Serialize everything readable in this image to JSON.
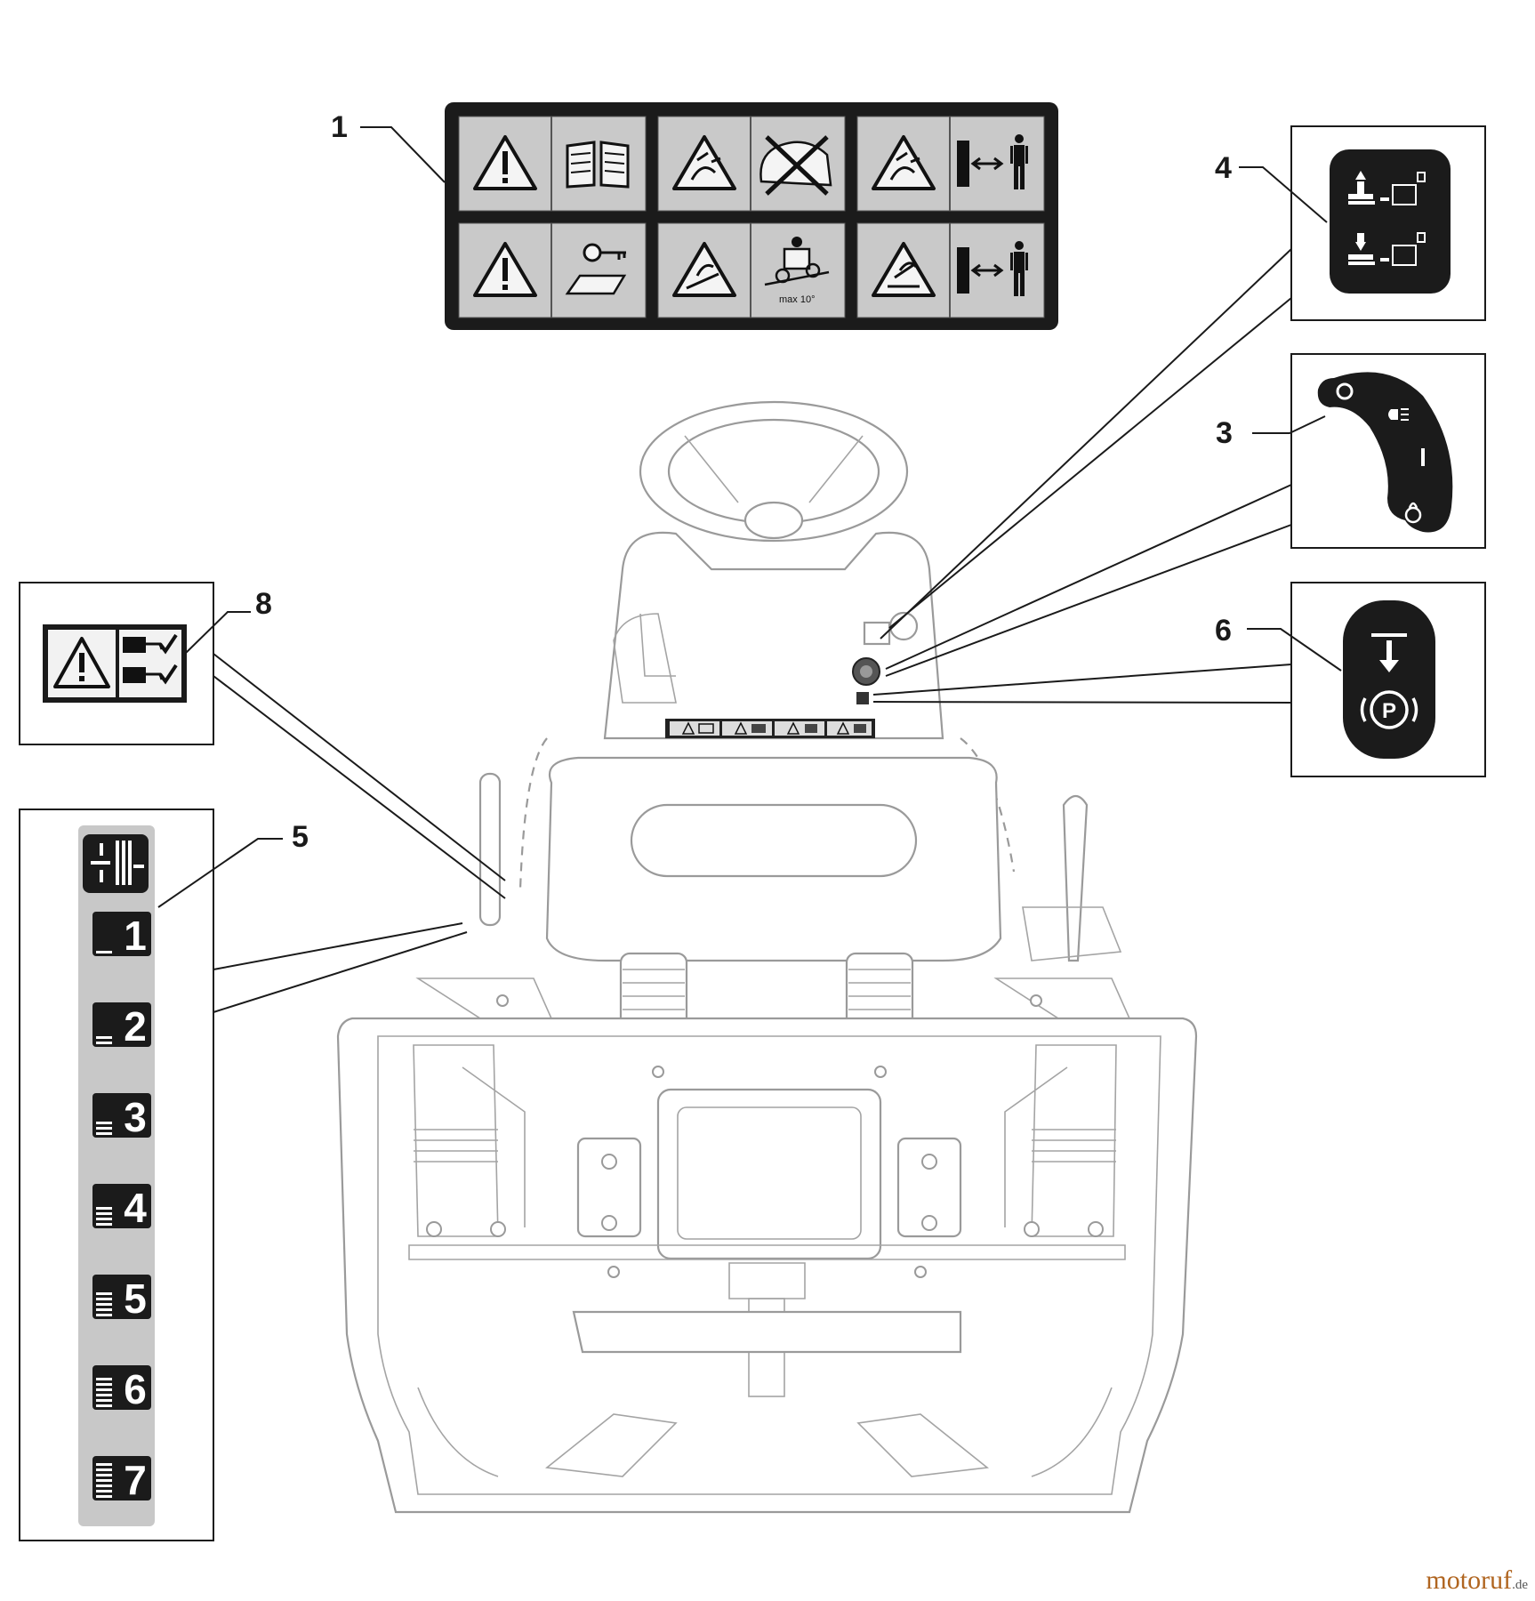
{
  "callouts": [
    {
      "label": "1"
    },
    {
      "label": "3"
    },
    {
      "label": "4"
    },
    {
      "label": "5"
    },
    {
      "label": "6"
    },
    {
      "label": "8"
    }
  ],
  "decal_1": {
    "tiles": [
      {
        "left_icon": "warning-triangle-icon",
        "right_icon": "read-manual-icon"
      },
      {
        "left_icon": "thrown-objects-warning-icon",
        "right_icon": "no-passengers-icon"
      },
      {
        "left_icon": "thrown-objects-warning-icon",
        "right_icon": "keep-distance-icon"
      },
      {
        "left_icon": "warning-triangle-icon",
        "right_icon": "remove-key-icon"
      },
      {
        "left_icon": "rollover-warning-icon",
        "right_icon": "max-slope-icon",
        "right_text": "max 10°"
      },
      {
        "left_icon": "blade-hazard-icon",
        "right_icon": "keep-distance-icon"
      }
    ]
  },
  "decal_3": {
    "icons": [
      "off-icon",
      "lights-icon",
      "on-icon",
      "start-icon"
    ]
  },
  "decal_4": {
    "icons": [
      "deck-raise-icon",
      "deck-lower-icon"
    ]
  },
  "decal_5": {
    "levels": [
      "1",
      "2",
      "3",
      "4",
      "5",
      "6",
      "7"
    ],
    "header_icon": "cutting-height-icon"
  },
  "decal_6": {
    "icons": [
      "pedal-down-icon",
      "parking-brake-icon"
    ],
    "letter": "P"
  },
  "decal_8": {
    "icons": [
      "warning-triangle-icon",
      "lever-check-icon"
    ]
  },
  "dashboard": {
    "icons": [
      "warning-triangle-icon",
      "read-manual-icon",
      "keep-distance-icon"
    ]
  },
  "watermark": {
    "main": "motoruf",
    "suffix": ".de"
  },
  "colors": {
    "decal_black": "#1b1b1b",
    "decal_gray": "#c9c9c9",
    "outline": "#1a1a1a",
    "machine": "#9a9a9a",
    "strip": "#c8c8c8",
    "watermark": "#b06520"
  }
}
